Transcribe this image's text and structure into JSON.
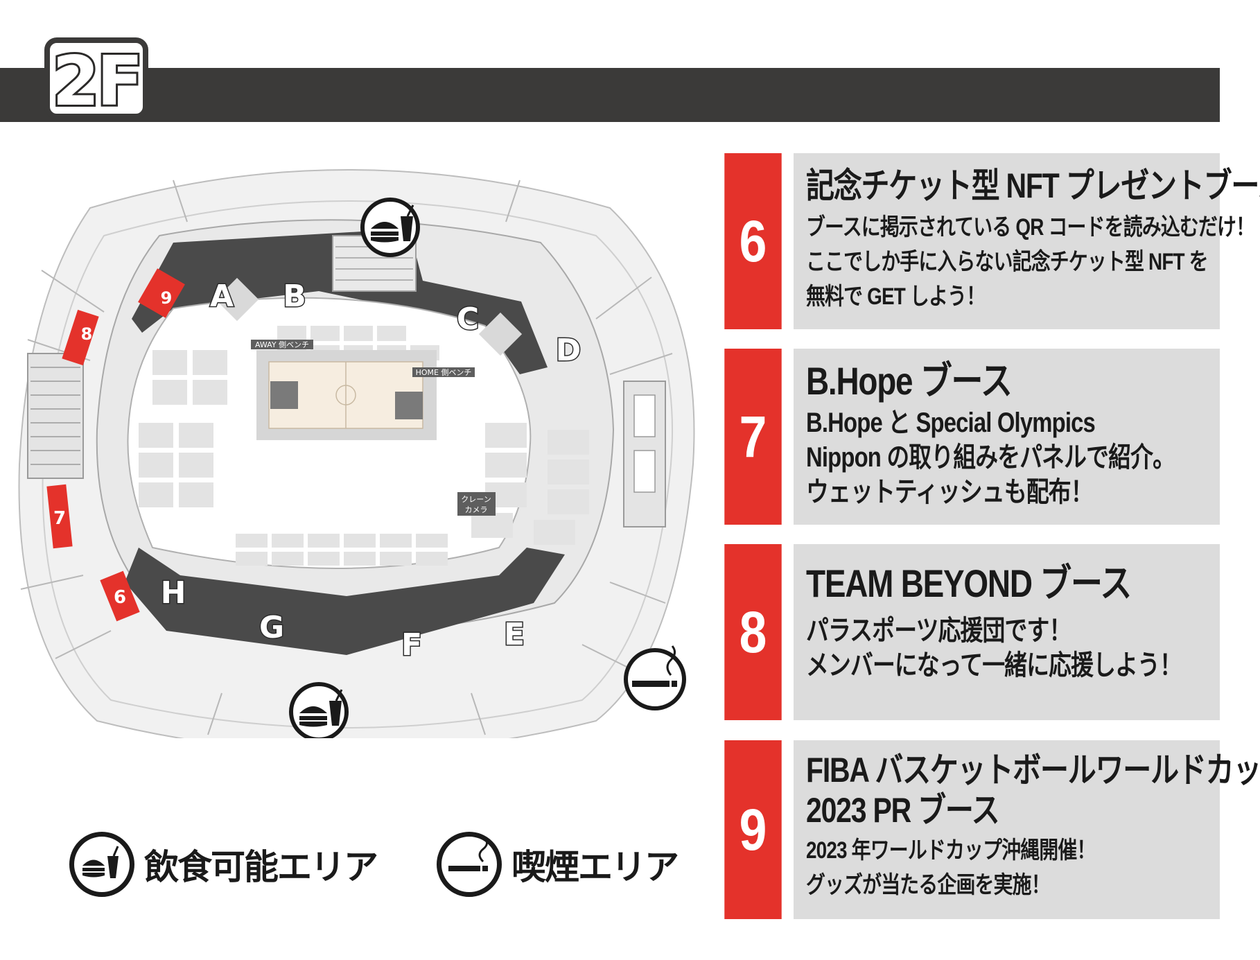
{
  "floor": "2F",
  "map": {
    "sections_top": [
      "A",
      "B",
      "C",
      "D"
    ],
    "sections_bottom": [
      "H",
      "G",
      "F",
      "E"
    ],
    "booth_markers": [
      "9",
      "8",
      "7",
      "6"
    ],
    "away_bench": "AWAY 側ベンチ",
    "home_bench": "HOME 側ベンチ",
    "crane_camera_line1": "クレーン",
    "crane_camera_line2": "カメラ"
  },
  "legend": {
    "eating_label": "飲食可能エリア",
    "smoking_label": "喫煙エリア"
  },
  "booths": [
    {
      "number": "6",
      "title": "記念チケット型 NFT プレゼントブース",
      "lines": [
        "ブースに掲示されている QR コードを読み込むだけ！",
        "ここでしか手に入らない記念チケット型 NFT を",
        "無料で GET しよう！"
      ]
    },
    {
      "number": "7",
      "title": "B.Hope ブース",
      "lines": [
        "B.Hope と Special Olympics",
        "Nippon の取り組みをパネルで紹介。",
        "ウェットティッシュも配布！"
      ]
    },
    {
      "number": "8",
      "title": "TEAM BEYOND ブース",
      "lines": [
        "パラスポーツ応援団です！",
        "メンバーになって一緒に応援しよう！"
      ]
    },
    {
      "number": "9",
      "title": "FIBA バスケットボールワールドカップ",
      "title2": "2023 PR ブース",
      "lines": [
        "2023 年ワールドカップ沖縄開催！",
        "グッズが当たる企画を実施！"
      ]
    }
  ],
  "colors": {
    "header": "#3b3a39",
    "accent_red": "#e4322b",
    "panel_gray": "#dcdcdc",
    "section_dark": "#4a4a4a",
    "court": "#f6ede0"
  }
}
